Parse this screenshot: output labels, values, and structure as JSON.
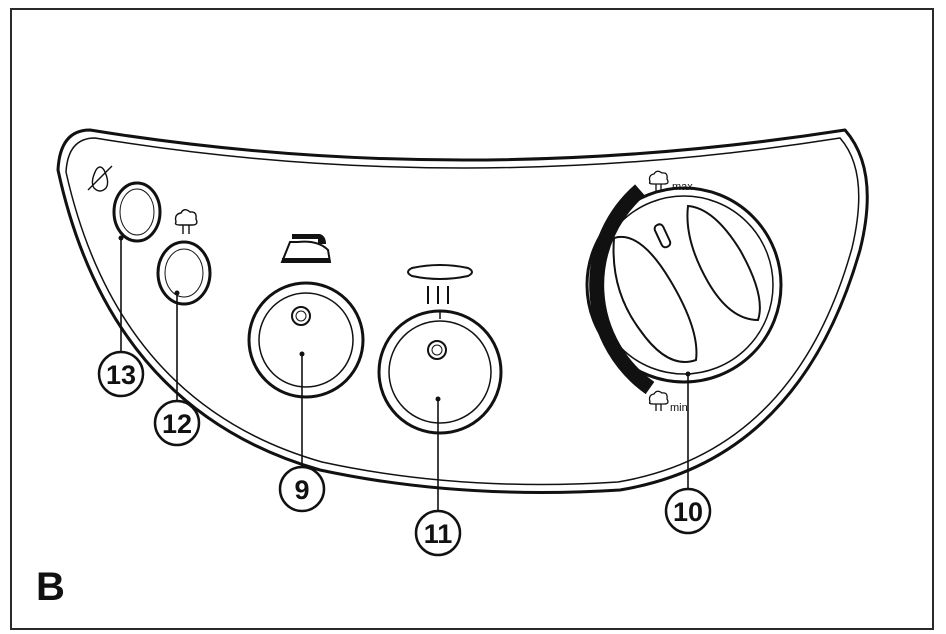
{
  "figure": {
    "section_label": "B",
    "dial_labels": {
      "max": "max",
      "min": "min"
    },
    "callouts": {
      "steam_button": "9",
      "steam_dial": "10",
      "continuous_steam_button": "11",
      "steam_light": "12",
      "water_empty_light": "13"
    },
    "icons": {
      "water_empty_light": "no-water-icon",
      "steam_light": "steam-cloud-icon",
      "steam_button": "iron-icon",
      "continuous_steam_button": "continuous-steam-icon",
      "dial_max": "steam-cloud-icon",
      "dial_min": "steam-cloud-icon"
    }
  }
}
